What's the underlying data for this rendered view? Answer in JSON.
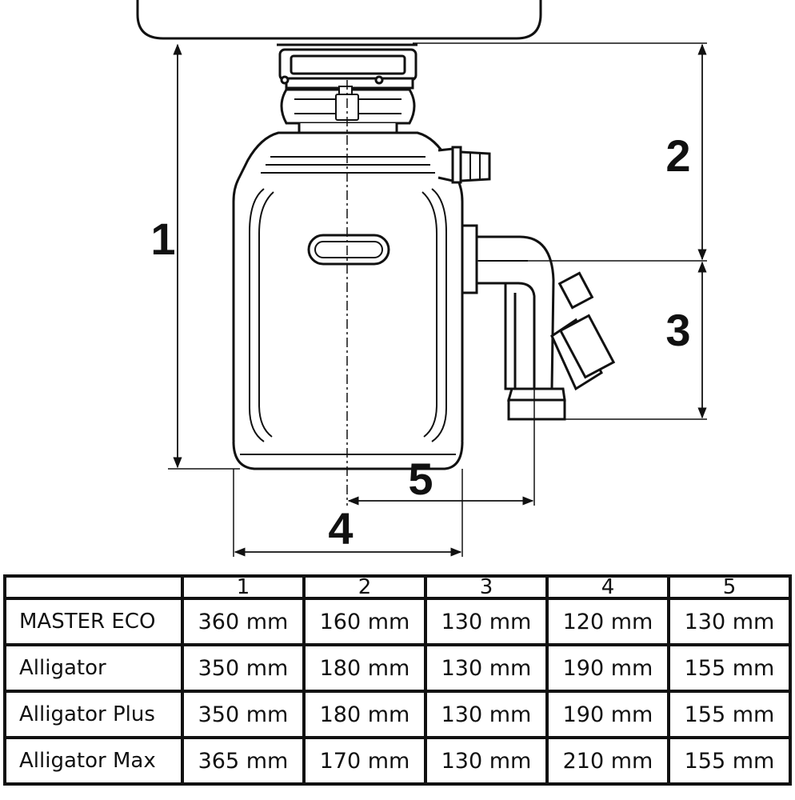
{
  "dimension_labels": [
    "1",
    "2",
    "3",
    "4",
    "5"
  ],
  "table": {
    "header": [
      "",
      "1",
      "2",
      "3",
      "4",
      "5"
    ],
    "rows": [
      [
        "MASTER ECO",
        "360 mm",
        "160 mm",
        "130 mm",
        "120 mm",
        "130 mm"
      ],
      [
        "Alligator",
        "350 mm",
        "180 mm",
        "130 mm",
        "190 mm",
        "155 mm"
      ],
      [
        "Alligator Plus",
        "350 mm",
        "180 mm",
        "130 mm",
        "190 mm",
        "155 mm"
      ],
      [
        "Alligator Max",
        "365 mm",
        "170 mm",
        "130 mm",
        "210 mm",
        "155 mm"
      ]
    ]
  }
}
